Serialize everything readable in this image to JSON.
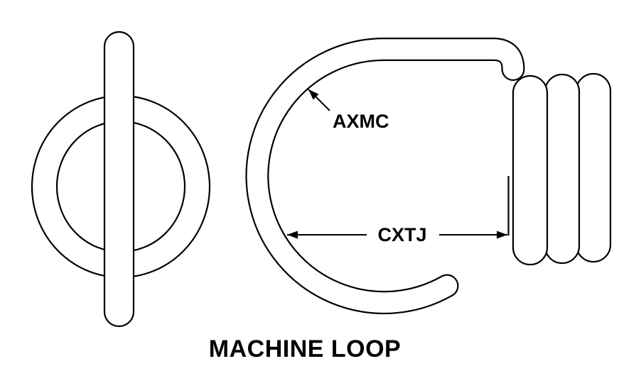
{
  "colors": {
    "line": "#000000",
    "background": "#ffffff"
  },
  "figure": {
    "title": "MACHINE LOOP",
    "labels": {
      "wire_callout": "AXMC",
      "dimension": "CXTJ"
    }
  }
}
